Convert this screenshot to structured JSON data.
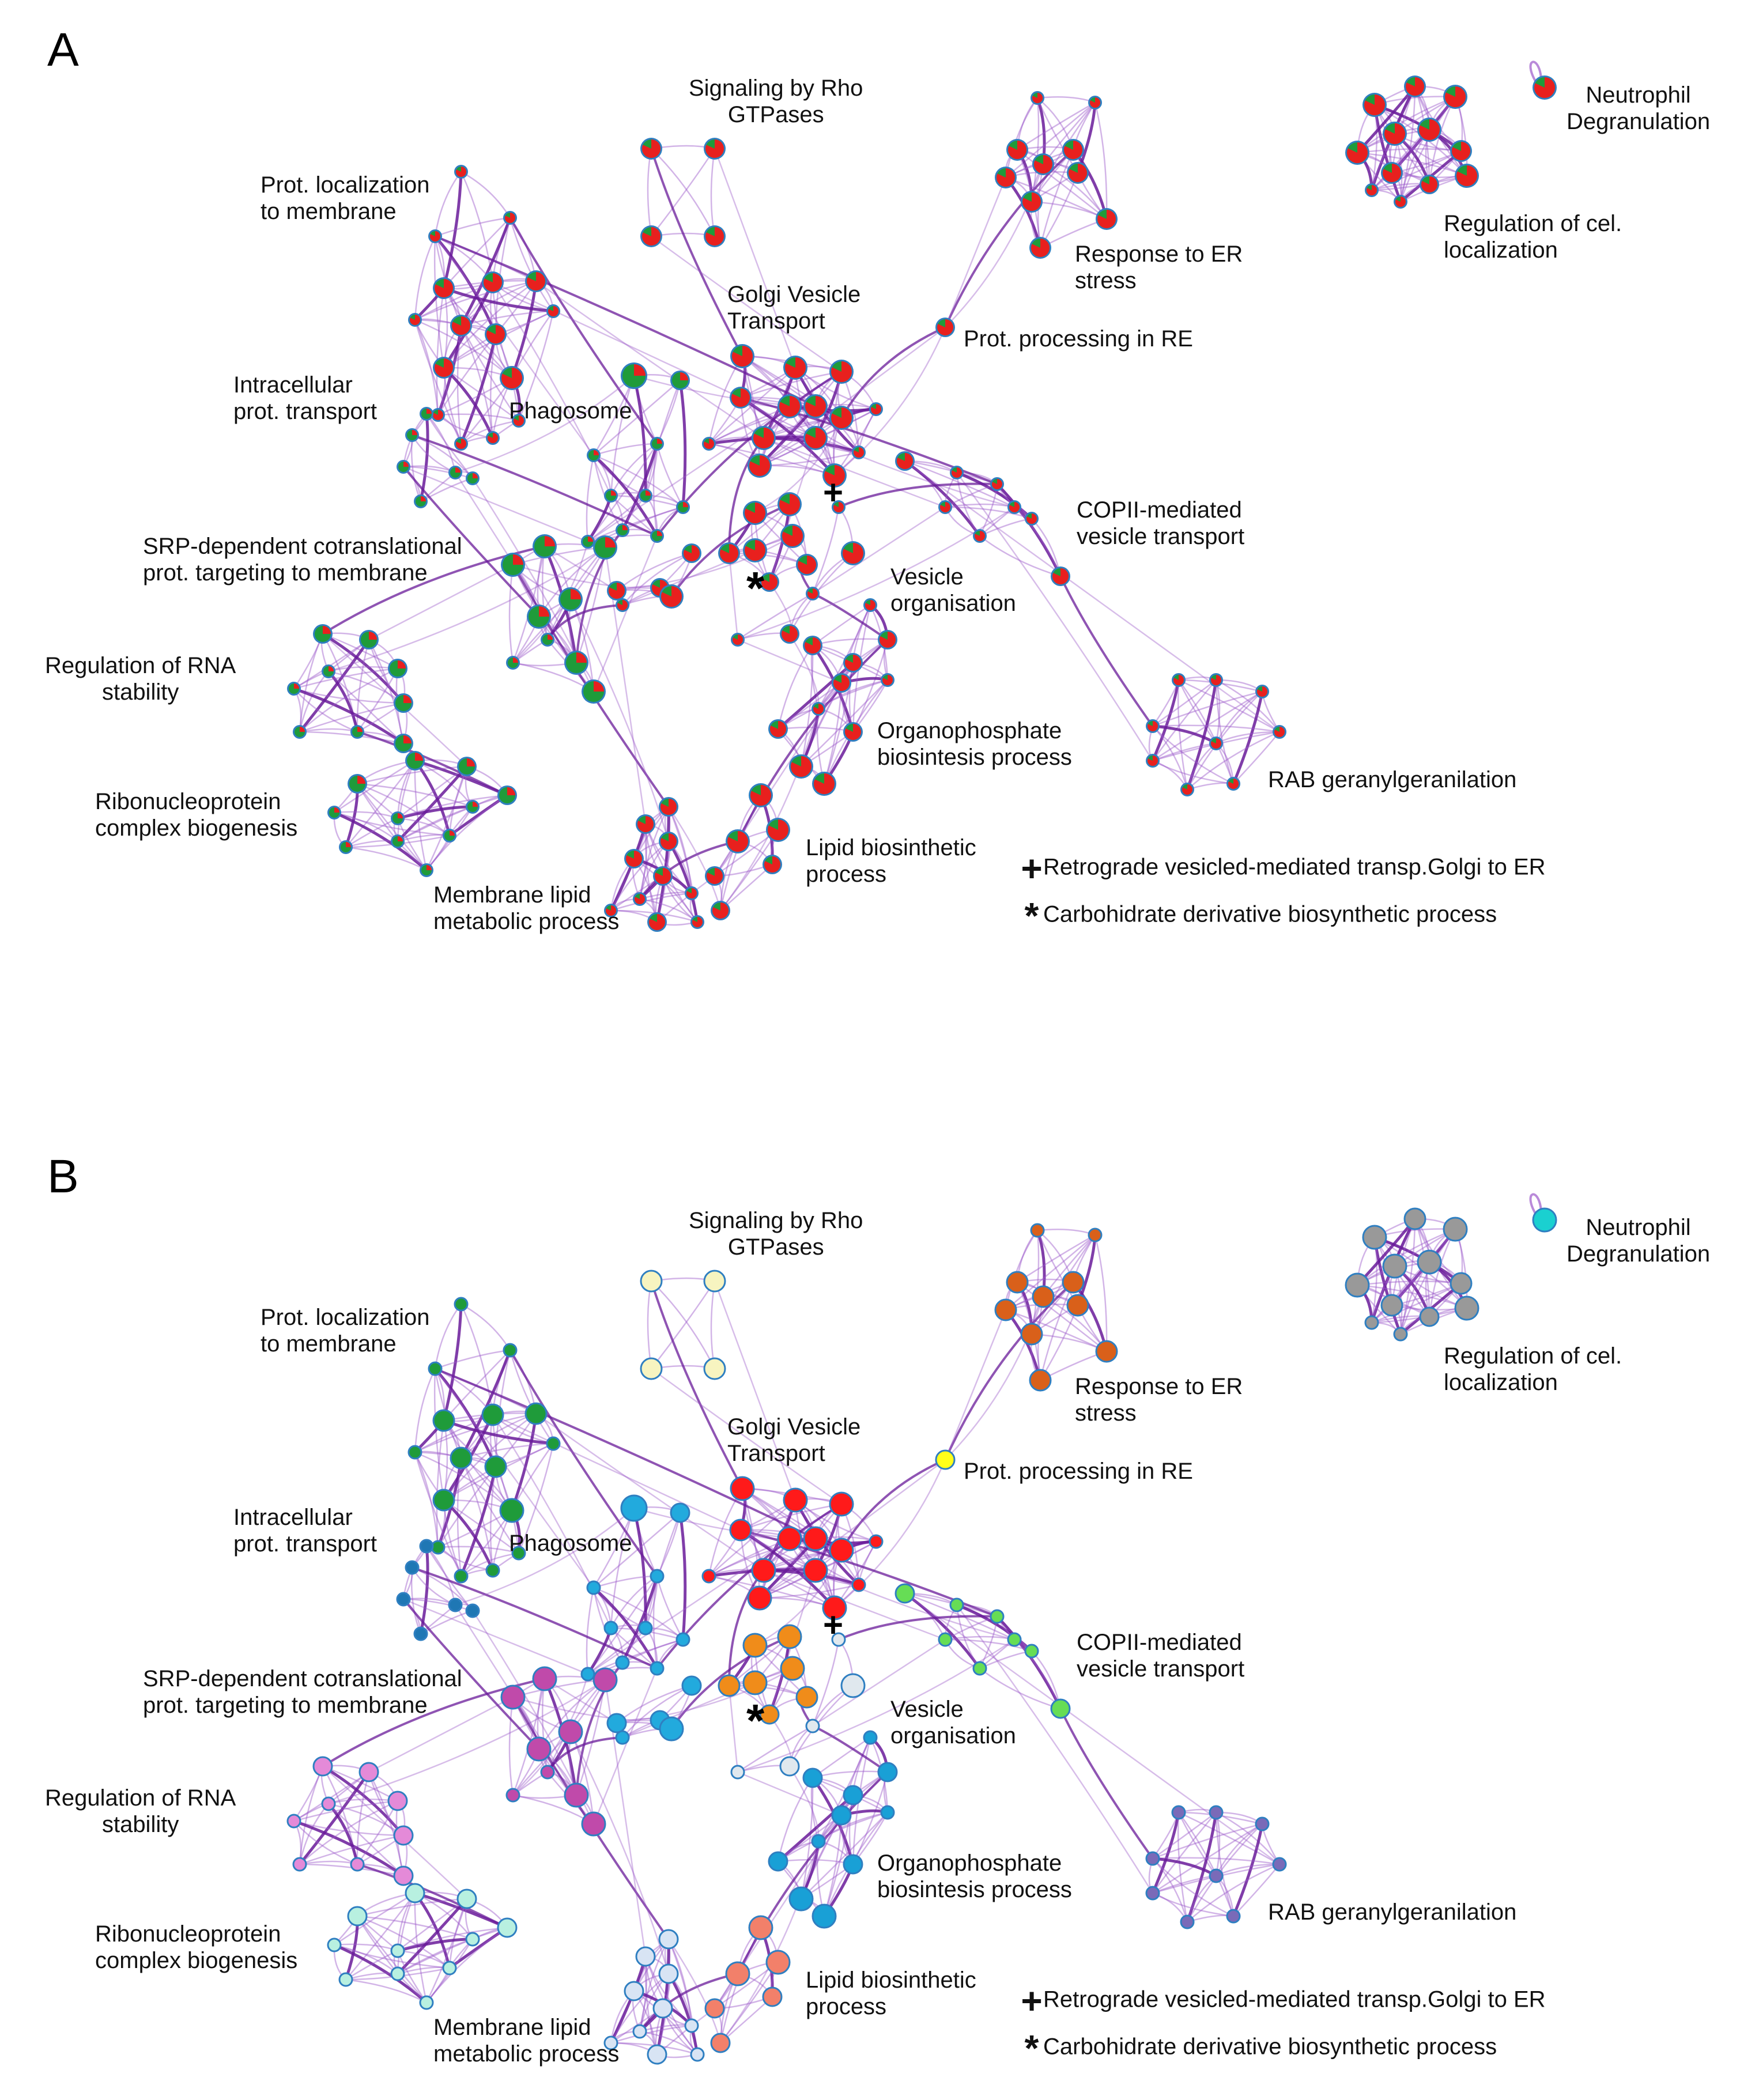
{
  "panels": [
    {
      "id": "A",
      "label": "A",
      "color_mode": "pie",
      "clusters": {
        "signaling_rho": "Signaling by Rho\nGTPases",
        "prot_localization": "Prot. localization\nto membrane",
        "response_er": "Response to ER\nstress",
        "golgi": "Golgi Vesicle\nTransport",
        "prot_processing": "Prot. processing in RE",
        "intracellular": "Intracellular\nprot. transport",
        "phagosome": "Phagosome",
        "copii": "COPII-mediated\nvesicle transport",
        "srp": "SRP-dependent cotranslational\nprot. targeting to membrane",
        "vesicle_org": "Vesicle\norganisation",
        "rna_stability": "Regulation of RNA\nstability",
        "organophosphate": "Organophosphate\nbiosintesis process",
        "rab": "RAB geranylgeranilation",
        "ribonucleoprotein": "Ribonucleoprotein\ncomplex biogenesis",
        "lipid_bio": "Lipid biosinthetic\nprocess",
        "membrane_lipid": "Membrane lipid\nmetabolic process",
        "neutrophil": "Neutrophil\nDegranulation",
        "reg_cel_loc": "Regulation of cel.\nlocalization"
      },
      "legend": [
        {
          "symbol": "+",
          "text": "Retrograde vesicled-mediated transp.Golgi to ER"
        },
        {
          "symbol": "*",
          "text": "Carbohidrate derivative biosynthetic process"
        }
      ]
    },
    {
      "id": "B",
      "label": "B",
      "color_mode": "cluster",
      "clusters": {
        "signaling_rho": "Signaling by Rho\nGTPases",
        "prot_localization": "Prot. localization\nto membrane",
        "response_er": "Response to ER\nstress",
        "golgi": "Golgi Vesicle\nTransport",
        "prot_processing": "Prot. processing in RE",
        "intracellular": "Intracellular\nprot. transport",
        "phagosome": "Phagosome",
        "copii": "COPII-mediated\nvesicle transport",
        "srp": "SRP-dependent cotranslational\nprot. targeting to membrane",
        "vesicle_org": "Vesicle\norganisation",
        "rna_stability": "Regulation of RNA\nstability",
        "organophosphate": "Organophosphate\nbiosintesis process",
        "rab": "RAB geranylgeranilation",
        "ribonucleoprotein": "Ribonucleoprotein\ncomplex biogenesis",
        "lipid_bio": "Lipid biosinthetic\nprocess",
        "membrane_lipid": "Membrane lipid\nmetabolic process",
        "neutrophil": "Neutrophil\nDegranulation",
        "reg_cel_loc": "Regulation of cel.\nlocalization"
      },
      "legend": [
        {
          "symbol": "+",
          "text": "Retrograde vesicled-mediated transp.Golgi to ER"
        },
        {
          "symbol": "*",
          "text": "Carbohidrate derivative biosynthetic process"
        }
      ]
    }
  ],
  "colors": {
    "edge": "#9b59c9",
    "edge_strong": "#6a1b9a",
    "node_border": "#2f7fc1",
    "pie_red": "#e8201e",
    "pie_green": "#1f9b3a",
    "cluster_colors": {
      "signaling_rho": "#f7f4c0",
      "prot_localization": "#1f9b3a",
      "intracellular": "#1f77b4",
      "golgi": "#ff1a1a",
      "response_er": "#d9601a",
      "prot_processing": "#ffff1a",
      "copii": "#66dd55",
      "srp": "#c04aaa",
      "vesicle_org": "#e0e8ee",
      "carbohydrate": "#f08c1a",
      "phagosome": "#22aadd",
      "rna_stability": "#e48ad8",
      "ribonucleoprotein": "#b8f0e0",
      "organophosphate": "#19a0d6",
      "lipid_bio": "#f2806a",
      "membrane_lipid": "#d8e4f4",
      "rab": "#7a6ab8",
      "neutrophil": "#1ad0d0",
      "reg_cel_loc": "#999999"
    }
  }
}
